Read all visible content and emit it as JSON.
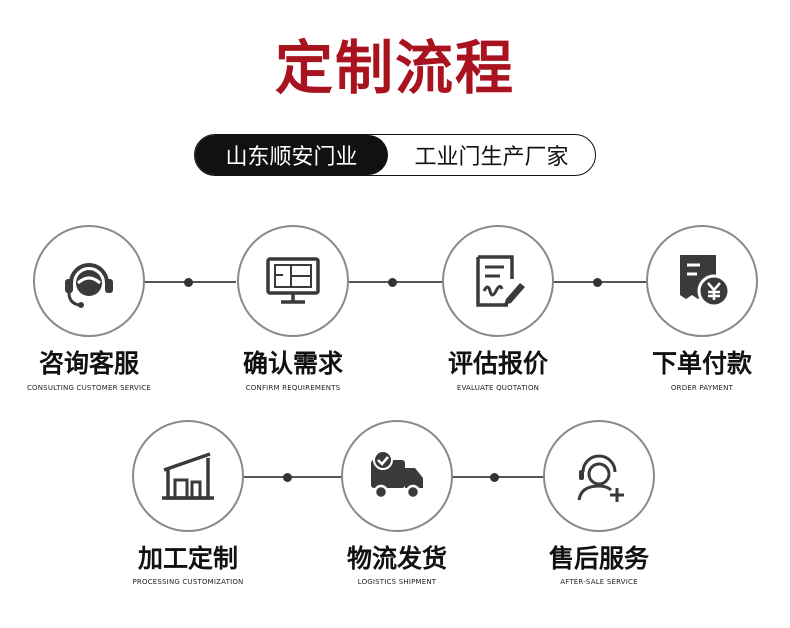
{
  "title": "定制流程",
  "banner": {
    "left": "山东顺安门业",
    "right": "工业门生产厂家"
  },
  "row1": [
    {
      "title": "咨询客服",
      "subtitle": "CONSULTING CUSTOMER SERVICE",
      "icon": "headset-icon"
    },
    {
      "title": "确认需求",
      "subtitle": "CONFIRM REQUIREMENTS",
      "icon": "blueprint-monitor-icon"
    },
    {
      "title": "评估报价",
      "subtitle": "EVALUATE QUOTATION",
      "icon": "document-sign-icon"
    },
    {
      "title": "下单付款",
      "subtitle": "ORDER PAYMENT",
      "icon": "bill-yen-icon"
    }
  ],
  "row2": [
    {
      "title": "加工定制",
      "subtitle": "PROCESSING CUSTOMIZATION",
      "icon": "factory-icon"
    },
    {
      "title": "物流发货",
      "subtitle": "LOGISTICS SHIPMENT",
      "icon": "delivery-truck-icon"
    },
    {
      "title": "售后服务",
      "subtitle": "AFTER-SALE SERVICE",
      "icon": "user-support-icon"
    }
  ],
  "colors": {
    "title": "#a8131f",
    "icon": "#3a3a3a",
    "circle_border": "#8a8a8a",
    "banner_dark": "#111111"
  }
}
